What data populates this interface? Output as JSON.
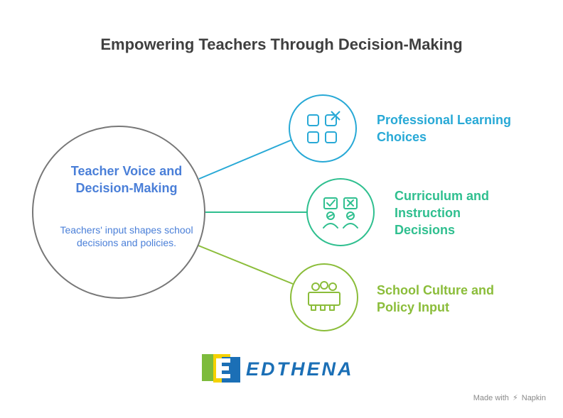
{
  "title": "Empowering Teachers Through Decision-Making",
  "center": {
    "title": "Teacher Voice and Decision-Making",
    "description": "Teachers' input shapes school decisions and policies.",
    "color": "#4a7fd8"
  },
  "nodes": [
    {
      "label": "Professional Learning Choices",
      "color": "#28a9d6",
      "icon": "grid-with-x-icon"
    },
    {
      "label": "Curriculum and Instruction Decisions",
      "color": "#2fbf8f",
      "icon": "people-speech-icon"
    },
    {
      "label": "School Culture and Policy Input",
      "color": "#8bbd3a",
      "icon": "meeting-table-icon"
    }
  ],
  "brand": {
    "name": "EDTHENA",
    "logo": "edthena-logo"
  },
  "footer": {
    "made_with": "Made with",
    "tool": "Napkin"
  }
}
